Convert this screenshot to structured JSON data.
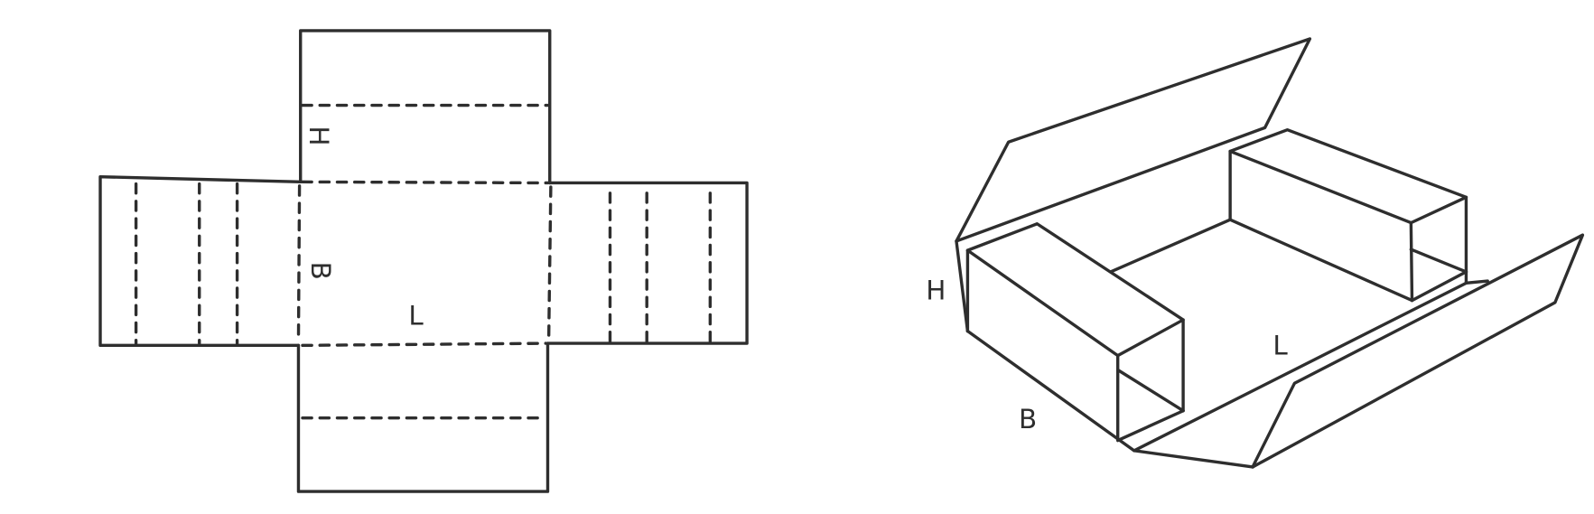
{
  "net_diagram": {
    "labels": {
      "height": "H",
      "breadth": "B",
      "length": "L"
    }
  },
  "iso_diagram": {
    "labels": {
      "height": "H",
      "breadth": "B",
      "length": "L"
    }
  },
  "colors": {
    "line": "#2e2e2e",
    "background": "#ffffff"
  }
}
